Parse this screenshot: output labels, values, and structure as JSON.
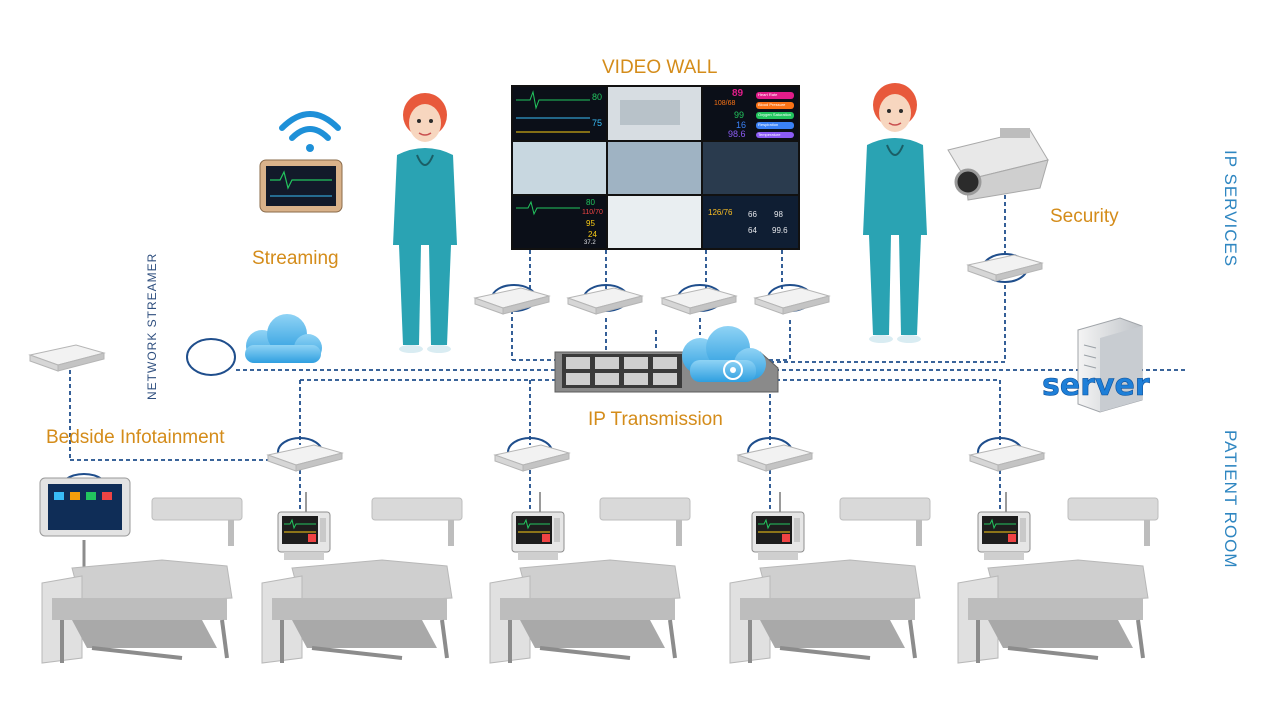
{
  "labels": {
    "video_wall": "VIDEO WALL",
    "streaming": "Streaming",
    "security": "Security",
    "ip_transmission": "IP Transmission",
    "bedside_infotainment": "Bedside Infotainment",
    "network_streamer": "NETWORK STREAMER",
    "ip_services": "IP SERVICES",
    "patient_room": "PATIENT ROOM",
    "server": "server"
  },
  "video_wall_readouts": {
    "hr_top": "80",
    "spo2_top": "75",
    "vital_1": "89",
    "vital_2": "108/68",
    "vital_3": "99",
    "vital_4": "16",
    "vital_5": "98.6",
    "tag_1": "Heart Rate",
    "tag_2": "Blood Pressure",
    "tag_3": "Oxygen Saturation",
    "tag_4": "Respiration",
    "tag_5": "Temperature",
    "bottom_1": "80",
    "bottom_2": "110/70",
    "bottom_3": "95",
    "bottom_4": "24",
    "bottom_5": "37.2",
    "bp_panel": "126/76",
    "panel_val_1": "66",
    "panel_val_2": "98",
    "panel_val_3": "64",
    "panel_val_4": "99.6"
  },
  "colors": {
    "accent_label": "#d48c1a",
    "side_label": "#2e86c1",
    "link_line": "#1f4e8c",
    "scrub": "#2aa3b3"
  }
}
